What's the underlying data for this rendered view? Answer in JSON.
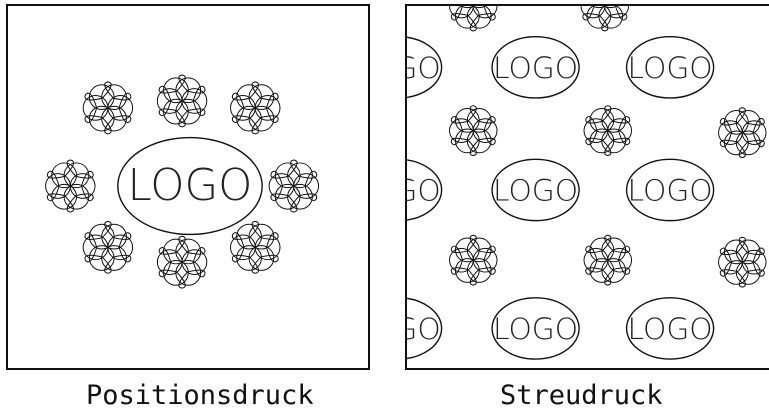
{
  "panels": [
    {
      "caption": "Positionsdruck",
      "logo_text": "LOGO"
    },
    {
      "caption": "Streudruck",
      "logo_text": "LOGO"
    }
  ],
  "colors": {
    "line": "#111111",
    "background": "#ffffff"
  },
  "icons": {
    "flower": "flower-of-life-icon",
    "logo": "logo-ellipse"
  }
}
